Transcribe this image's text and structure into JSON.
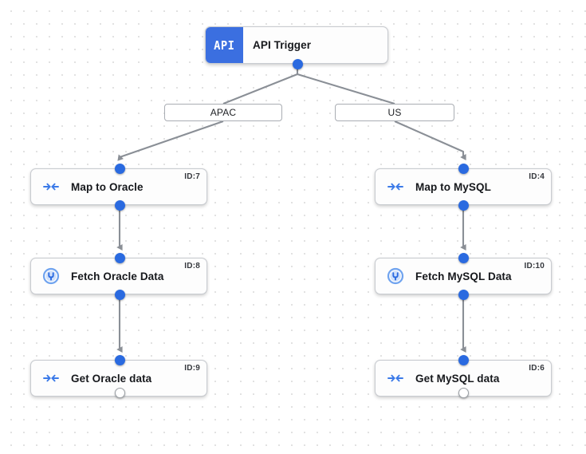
{
  "canvas": {
    "background_color": "#ffffff",
    "grid_dot_color": "#dcdcdc",
    "accent_color": "#2a6ae0",
    "edge_color": "#8a8f96"
  },
  "trigger": {
    "badge_label": "API",
    "title": "API Trigger",
    "badge_color": "#3b6fe0",
    "icon": "api-badge-icon"
  },
  "branches": [
    {
      "label": "APAC"
    },
    {
      "label": "US"
    }
  ],
  "nodes": [
    {
      "title": "Map to Oracle",
      "id_label": "ID:7",
      "icon": "map-arrows-icon"
    },
    {
      "title": "Fetch Oracle Data",
      "id_label": "ID:8",
      "icon": "database-plug-icon"
    },
    {
      "title": "Get Oracle data",
      "id_label": "ID:9",
      "icon": "map-arrows-icon"
    },
    {
      "title": "Map to MySQL",
      "id_label": "ID:4",
      "icon": "map-arrows-icon"
    },
    {
      "title": "Fetch MySQL Data",
      "id_label": "ID:10",
      "icon": "database-plug-icon"
    },
    {
      "title": "Get MySQL data",
      "id_label": "ID:6",
      "icon": "map-arrows-icon"
    }
  ]
}
